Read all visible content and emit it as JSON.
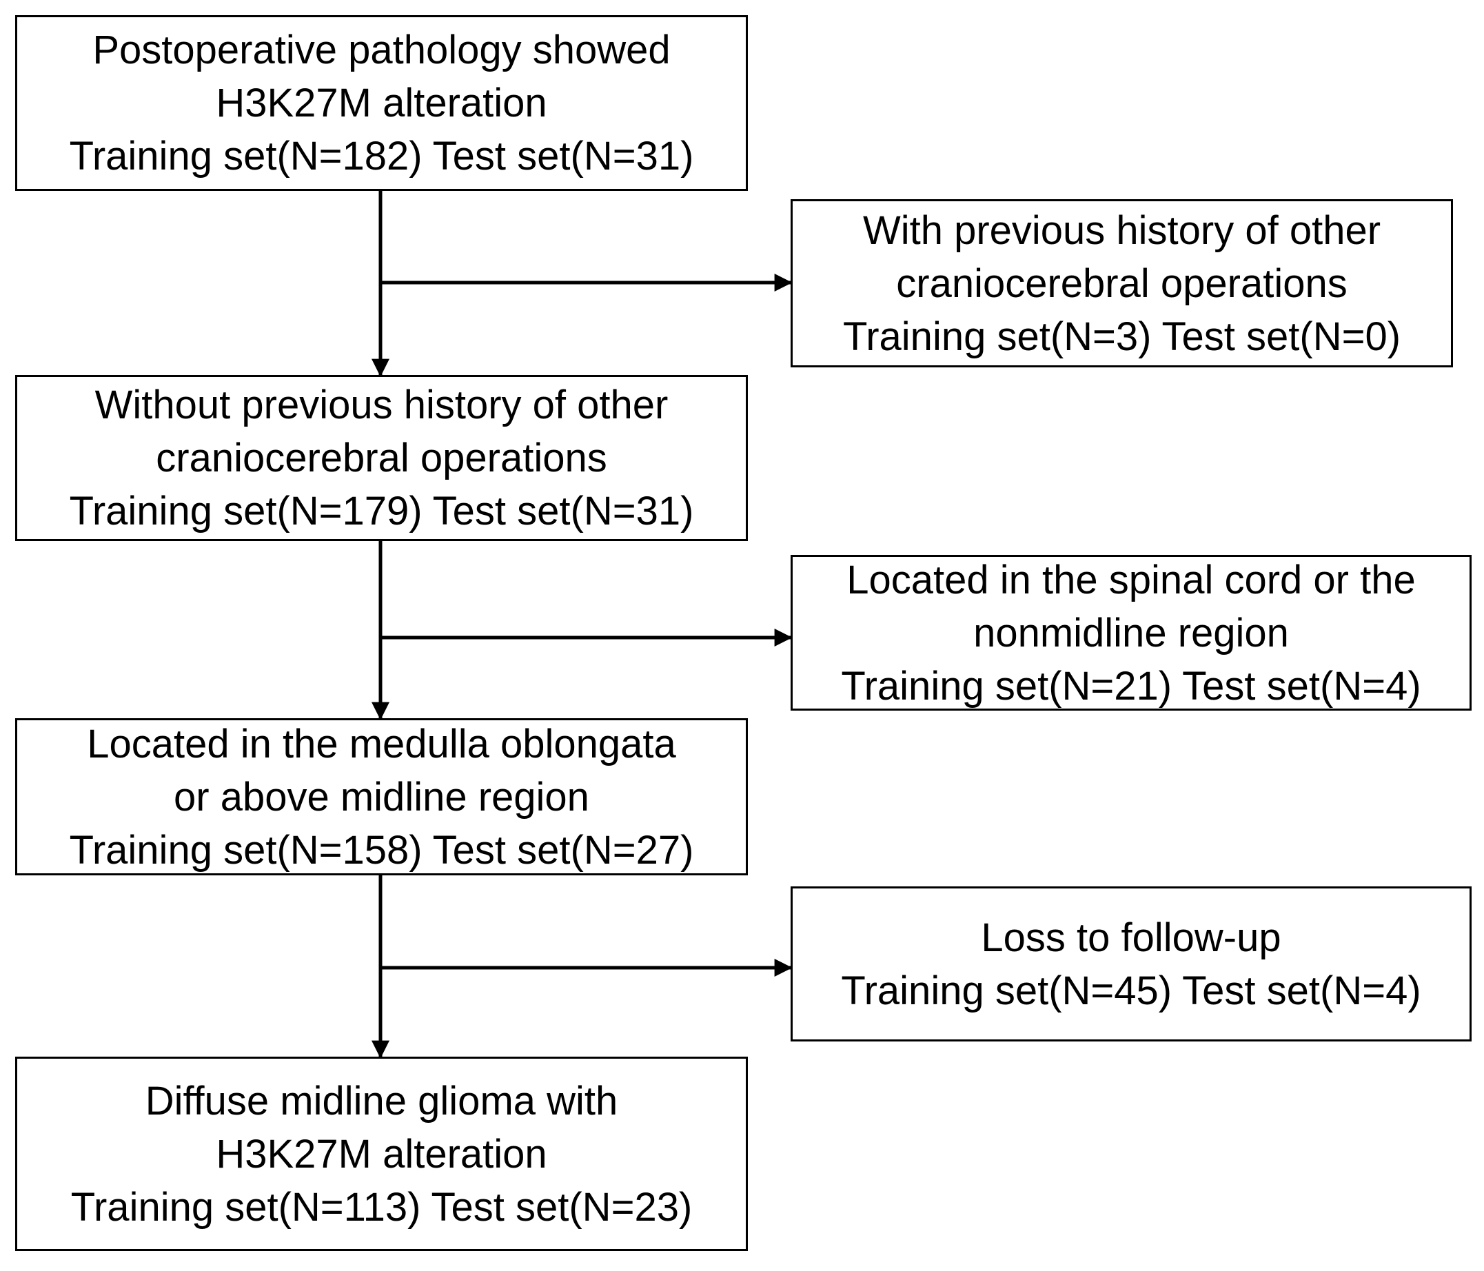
{
  "diagram": {
    "boxes": [
      {
        "id": "postoperative-h3k27m",
        "lines": [
          "Postoperative pathology showed",
          "H3K27M alteration",
          "Training set(N=182) Test set(N=31)"
        ]
      },
      {
        "id": "excluded-previous-operations",
        "lines": [
          "With previous history of other",
          "craniocerebral operations",
          "Training set(N=3) Test set(N=0)"
        ]
      },
      {
        "id": "without-previous-operations",
        "lines": [
          "Without previous history of other",
          "craniocerebral operations",
          "Training set(N=179) Test set(N=31)"
        ]
      },
      {
        "id": "excluded-spinal-nonmidline",
        "lines": [
          "Located in the spinal cord or the",
          "nonmidline region",
          "Training set(N=21) Test set(N=4)"
        ]
      },
      {
        "id": "medulla-above-midline",
        "lines": [
          "Located in the medulla oblongata",
          "or above midline region",
          "Training set(N=158) Test set(N=27)"
        ]
      },
      {
        "id": "excluded-loss-follow-up",
        "lines": [
          "Loss to follow-up",
          "Training set(N=45) Test set(N=4)"
        ]
      },
      {
        "id": "final-dmg-h3k27m",
        "lines": [
          "Diffuse midline glioma with",
          "H3K27M alteration",
          "Training set(N=113) Test set(N=23)"
        ]
      }
    ],
    "colors": {
      "stroke": "#000000",
      "background": "#ffffff",
      "text": "#000000"
    }
  }
}
